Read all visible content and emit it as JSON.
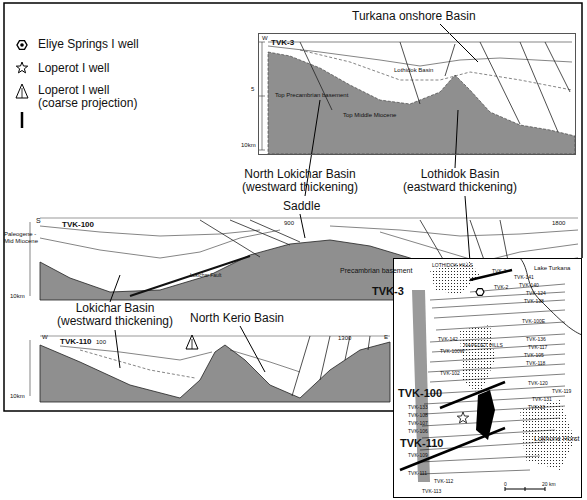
{
  "diagram": {
    "nodes": [
      {
        "text": [
          "TVK-3",
          "W",
          "5",
          "10km",
          "Lothidok Basin",
          "Top Precambrian basement",
          "Top Middle Miocene"
        ]
      },
      {
        "text": [
          "TVK-100",
          "S",
          "Paleogene - Mid Miocene",
          "900",
          "1800",
          "Lokichar Fault",
          "Precambrian basement",
          "10km"
        ]
      },
      {
        "text": [
          "TVK-110",
          "W",
          "100",
          "1300",
          "E",
          "10km"
        ]
      },
      {
        "text": [
          "TVK-3",
          "TVK-100",
          "TVK-110",
          "LOTHIDOK HILLS",
          "Lake Turkana",
          "TVK-3",
          "TVK-141",
          "TVK-2",
          "TVK-140",
          "TVK-124",
          "TVK-138",
          "TVK-100E",
          "TVK-136",
          "TVK-117",
          "TVK-105",
          "TVK-118",
          "TVK-120",
          "TVK-119",
          "TVK-131",
          "TVK-13",
          "TVK-142",
          "TVK-100W",
          "TVK-102",
          "NAPEDET HILLS",
          "TVK-133",
          "TVK-108",
          "TVK-107",
          "TVK-106",
          "TVK-109",
          "TVK-111",
          "TVK-112",
          "TVK-113",
          "Lokhone Horst",
          "0",
          "20 km"
        ]
      }
    ],
    "labels": [
      "Turkana onshore Basin",
      "North Lokichar Basin (westward thickening)",
      "Lothidok Basin (eastward thickening)",
      "Saddle",
      "Lokichar Basin (westward thickening)",
      "North Kerio Basin"
    ],
    "legend": [
      {
        "text": "Eliye Springs I well"
      },
      {
        "text": "Loperot I well"
      },
      {
        "text": "Loperot I well (coarse projection)"
      }
    ]
  }
}
